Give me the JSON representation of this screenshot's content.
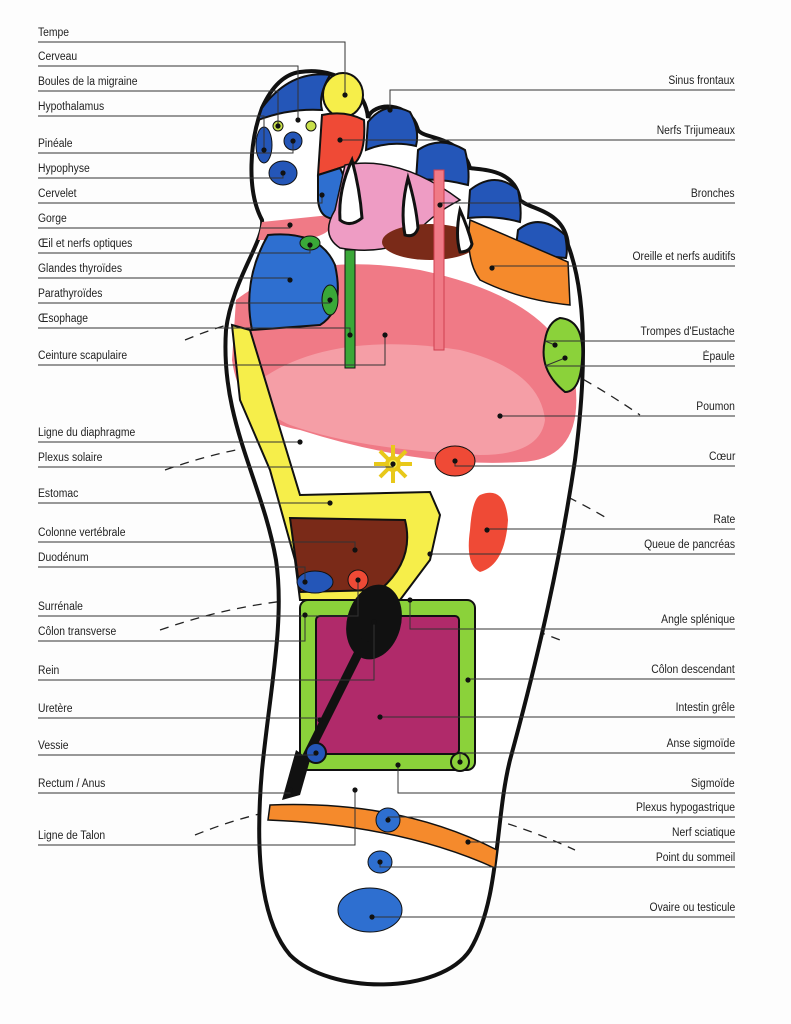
{
  "title": "Foot reflexology chart",
  "left_labels": [
    "Tempe",
    "Cerveau",
    "Boules de la migraine",
    "Hypothalamus",
    "Pinéale",
    "Hypophyse",
    "Cervelet",
    "Gorge",
    "Œil et nerfs optiques",
    "Glandes thyroïdes",
    "Parathyroïdes",
    "Œsophage",
    "Ceinture scapulaire",
    "Ligne du diaphragme",
    "Plexus solaire",
    "Estomac",
    "Colonne vertébrale",
    "Duodénum",
    "Surrénale",
    "Côlon transverse",
    "Rein",
    "Uretère",
    "Vessie",
    "Rectum / Anus",
    "Ligne de Talon"
  ],
  "right_labels": [
    "Sinus frontaux",
    "Nerfs Trijumeaux",
    "Bronches",
    "Oreille et nerfs auditifs",
    "Trompes d'Eustache",
    "Épaule",
    "Poumon",
    "Cœur",
    "Rate",
    "Queue de pancréas",
    "Angle splénique",
    "Côlon descendant",
    "Intestin grêle",
    "Anse sigmoïde",
    "Sigmoïde",
    "Plexus hypogastrique",
    "Nerf sciatique",
    "Point du sommeil",
    "Ovaire ou testicule"
  ],
  "colors": {
    "blue": "#2456b8",
    "yellow": "#f6ee4a",
    "red": "#ef4a36",
    "pink": "#f07a86",
    "lightpink": "#ee9cc4",
    "green": "#8bd23a",
    "darkgreen": "#3aa838",
    "brown": "#7a2a18",
    "orange": "#f58a2c",
    "magenta": "#b02a6a",
    "outline": "#111111"
  }
}
